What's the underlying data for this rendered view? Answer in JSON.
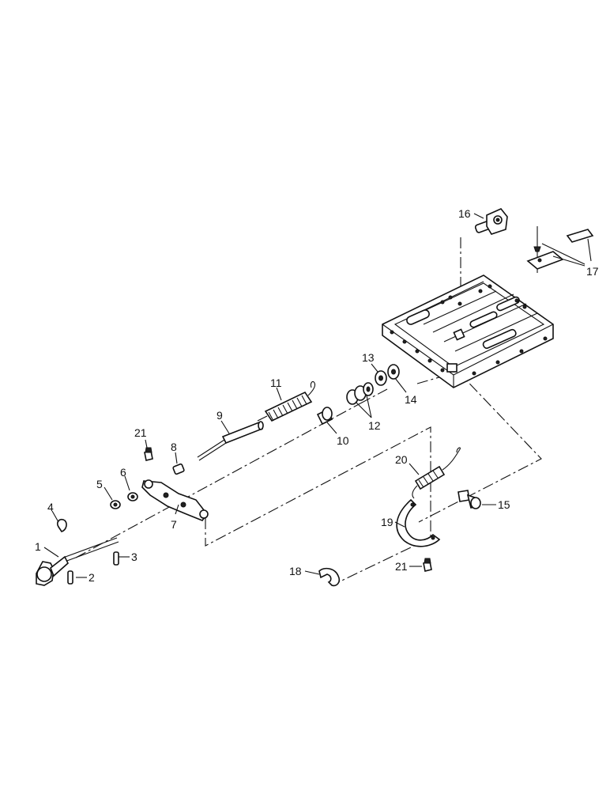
{
  "callouts": [
    {
      "id": "c1",
      "text": "1"
    },
    {
      "id": "c2",
      "text": "2"
    },
    {
      "id": "c3",
      "text": "3"
    },
    {
      "id": "c4",
      "text": "4"
    },
    {
      "id": "c5",
      "text": "5"
    },
    {
      "id": "c6",
      "text": "6"
    },
    {
      "id": "c7",
      "text": "7"
    },
    {
      "id": "c8",
      "text": "8"
    },
    {
      "id": "c9",
      "text": "9"
    },
    {
      "id": "c10",
      "text": "10"
    },
    {
      "id": "c11",
      "text": "11"
    },
    {
      "id": "c12",
      "text": "12"
    },
    {
      "id": "c13",
      "text": "13"
    },
    {
      "id": "c14",
      "text": "14"
    },
    {
      "id": "c15",
      "text": "15"
    },
    {
      "id": "c16",
      "text": "16"
    },
    {
      "id": "c17",
      "text": "17"
    },
    {
      "id": "c18",
      "text": "18"
    },
    {
      "id": "c19",
      "text": "19"
    },
    {
      "id": "c20",
      "text": "20"
    },
    {
      "id": "c21a",
      "text": "21"
    },
    {
      "id": "c21b",
      "text": "21"
    }
  ]
}
